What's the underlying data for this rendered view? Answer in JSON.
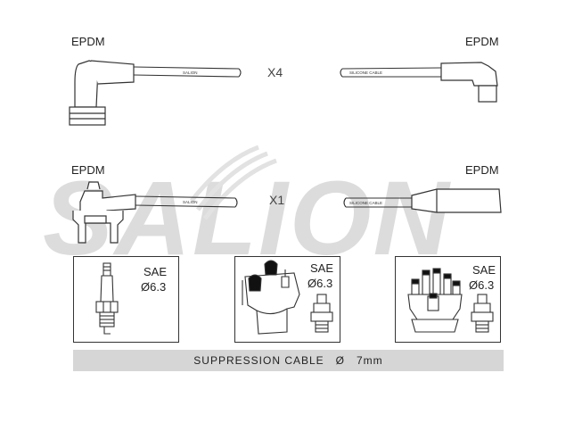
{
  "watermark": {
    "text": "SALION",
    "color": "#d9d9d9"
  },
  "top_row": {
    "left_label": "EPDM",
    "right_label": "EPDM",
    "quantity": "X4",
    "cable_print_left": "SALION",
    "cable_print_right": "SILICONE CABLE"
  },
  "middle_row": {
    "left_label": "EPDM",
    "right_label": "EPDM",
    "quantity": "X1",
    "cable_print_left": "SALION",
    "cable_print_right": "SILICONE CABLE"
  },
  "panels": [
    {
      "title": "SAE",
      "size": "Ø6.3",
      "part": "spark-plug"
    },
    {
      "title": "SAE",
      "size": "Ø6.3",
      "part": "ignition-coil"
    },
    {
      "title": "SAE",
      "size": "Ø6.3",
      "part": "distributor-cap"
    }
  ],
  "footer": {
    "text": "SUPPRESSION CABLE   Ø   7mm"
  }
}
